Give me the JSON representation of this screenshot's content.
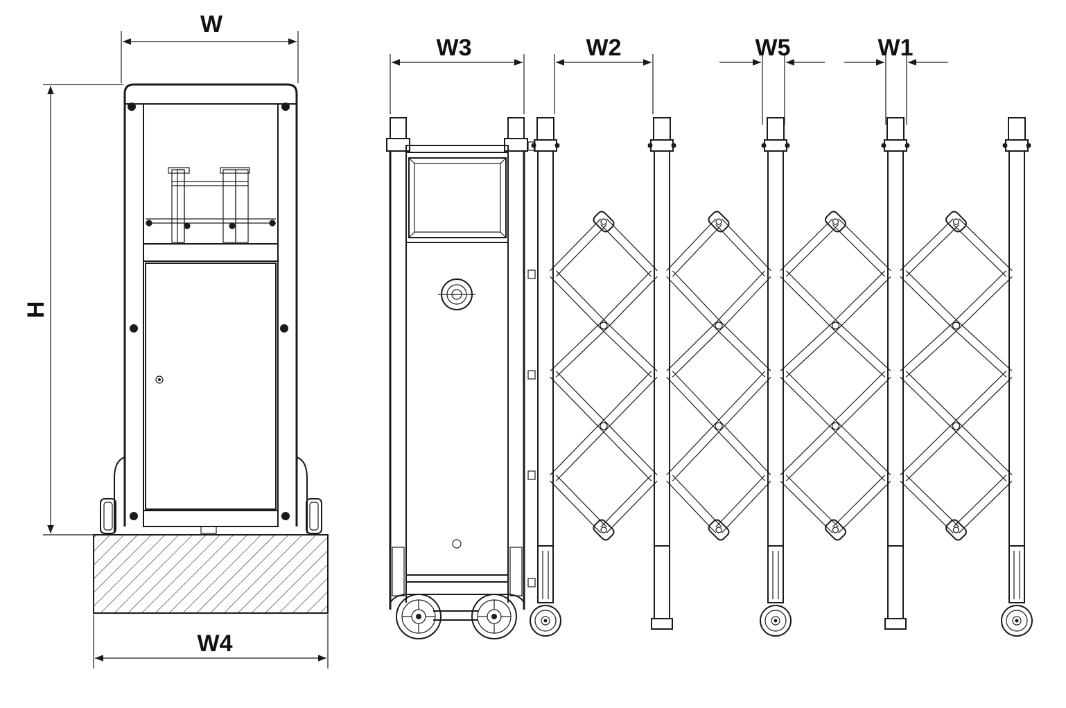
{
  "dimensions": {
    "w": "W",
    "h": "H",
    "w1": "W1",
    "w2": "W2",
    "w3": "W3",
    "w4": "W4",
    "w5": "W5"
  },
  "colors": {
    "line": "#1a1a1a",
    "background": "#ffffff",
    "hatch": "#333333"
  },
  "gate": {
    "moving_posts": 5,
    "scissor_bays": 4
  }
}
